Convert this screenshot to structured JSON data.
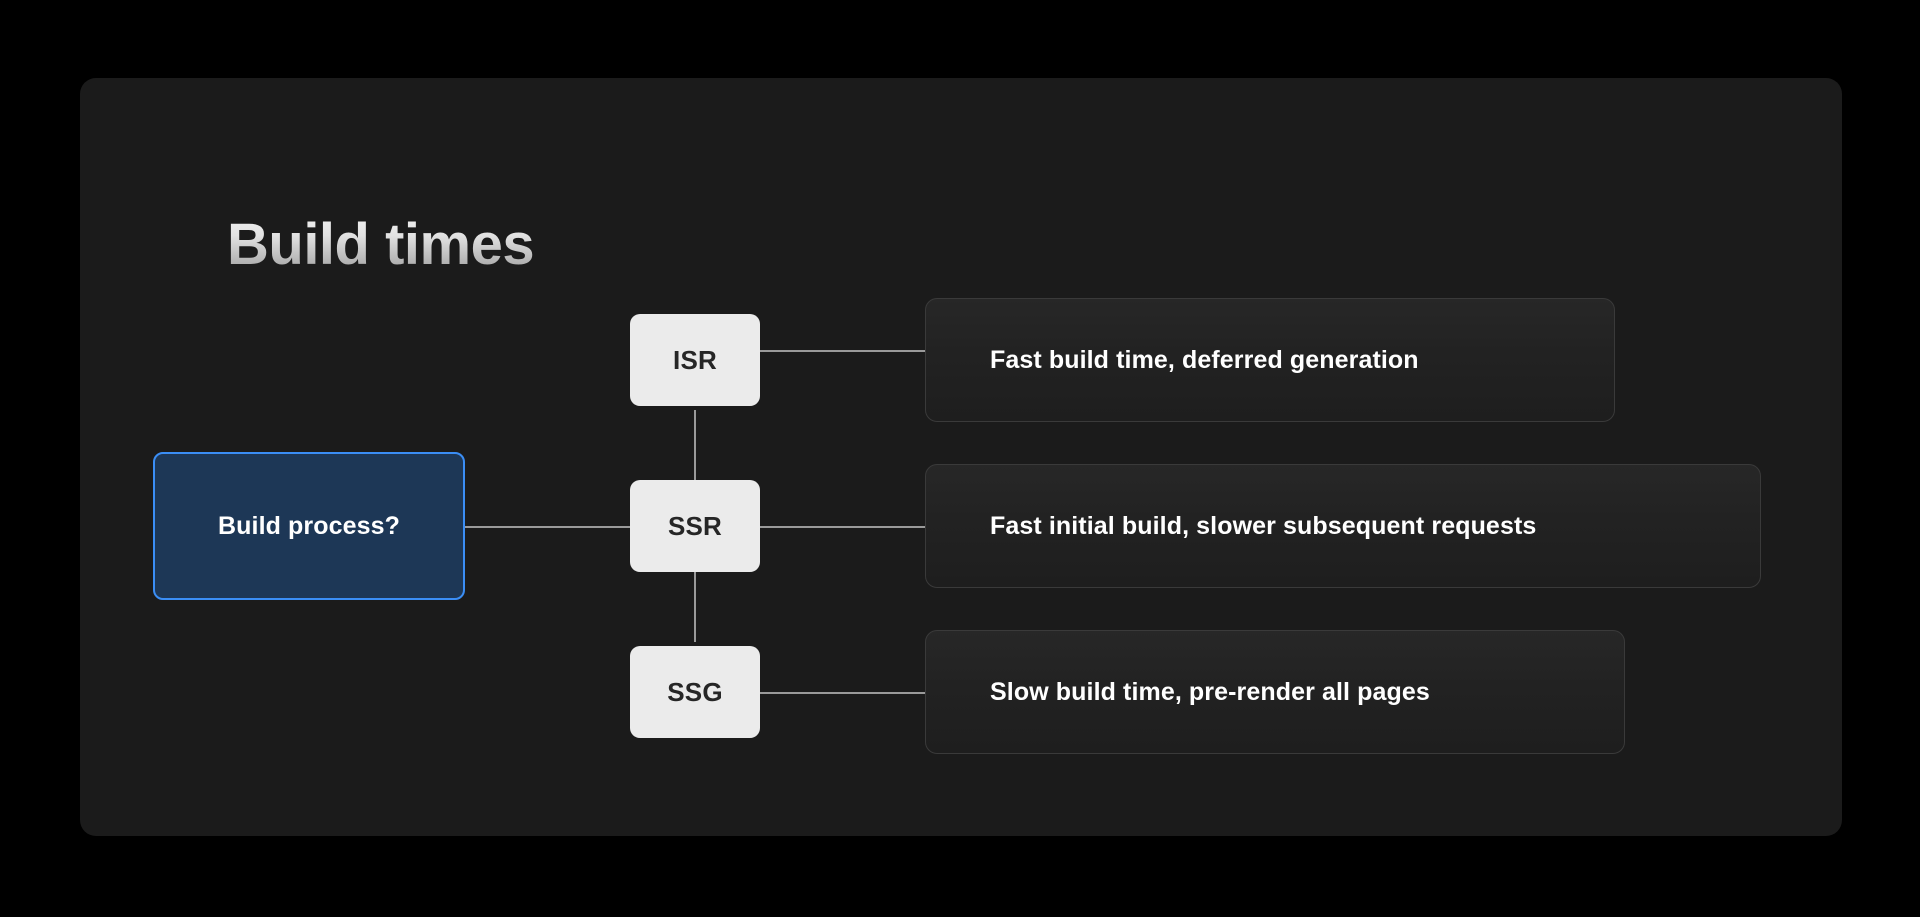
{
  "page": {
    "background_color": "#000000",
    "panel_background_color": "#1b1b1b"
  },
  "header": {
    "title": "Build times"
  },
  "diagram": {
    "type": "flowchart",
    "root": {
      "label": "Build process?",
      "fill_color": "#1d3756",
      "border_color": "#3b8ef5",
      "text_color": "#ffffff"
    },
    "options": [
      {
        "label": "ISR",
        "fill_color": "#ebebeb",
        "text_color": "#262626"
      },
      {
        "label": "SSR",
        "fill_color": "#ebebeb",
        "text_color": "#262626"
      },
      {
        "label": "SSG",
        "fill_color": "#ebebeb",
        "text_color": "#262626"
      }
    ],
    "outcomes": [
      {
        "label": "Fast build time, deferred generation",
        "for": "ISR"
      },
      {
        "label": "Fast initial build, slower subsequent requests",
        "for": "SSR"
      },
      {
        "label": "Slow build time, pre-render all pages",
        "for": "SSG"
      }
    ],
    "connector_color": "#9a9a9a"
  }
}
